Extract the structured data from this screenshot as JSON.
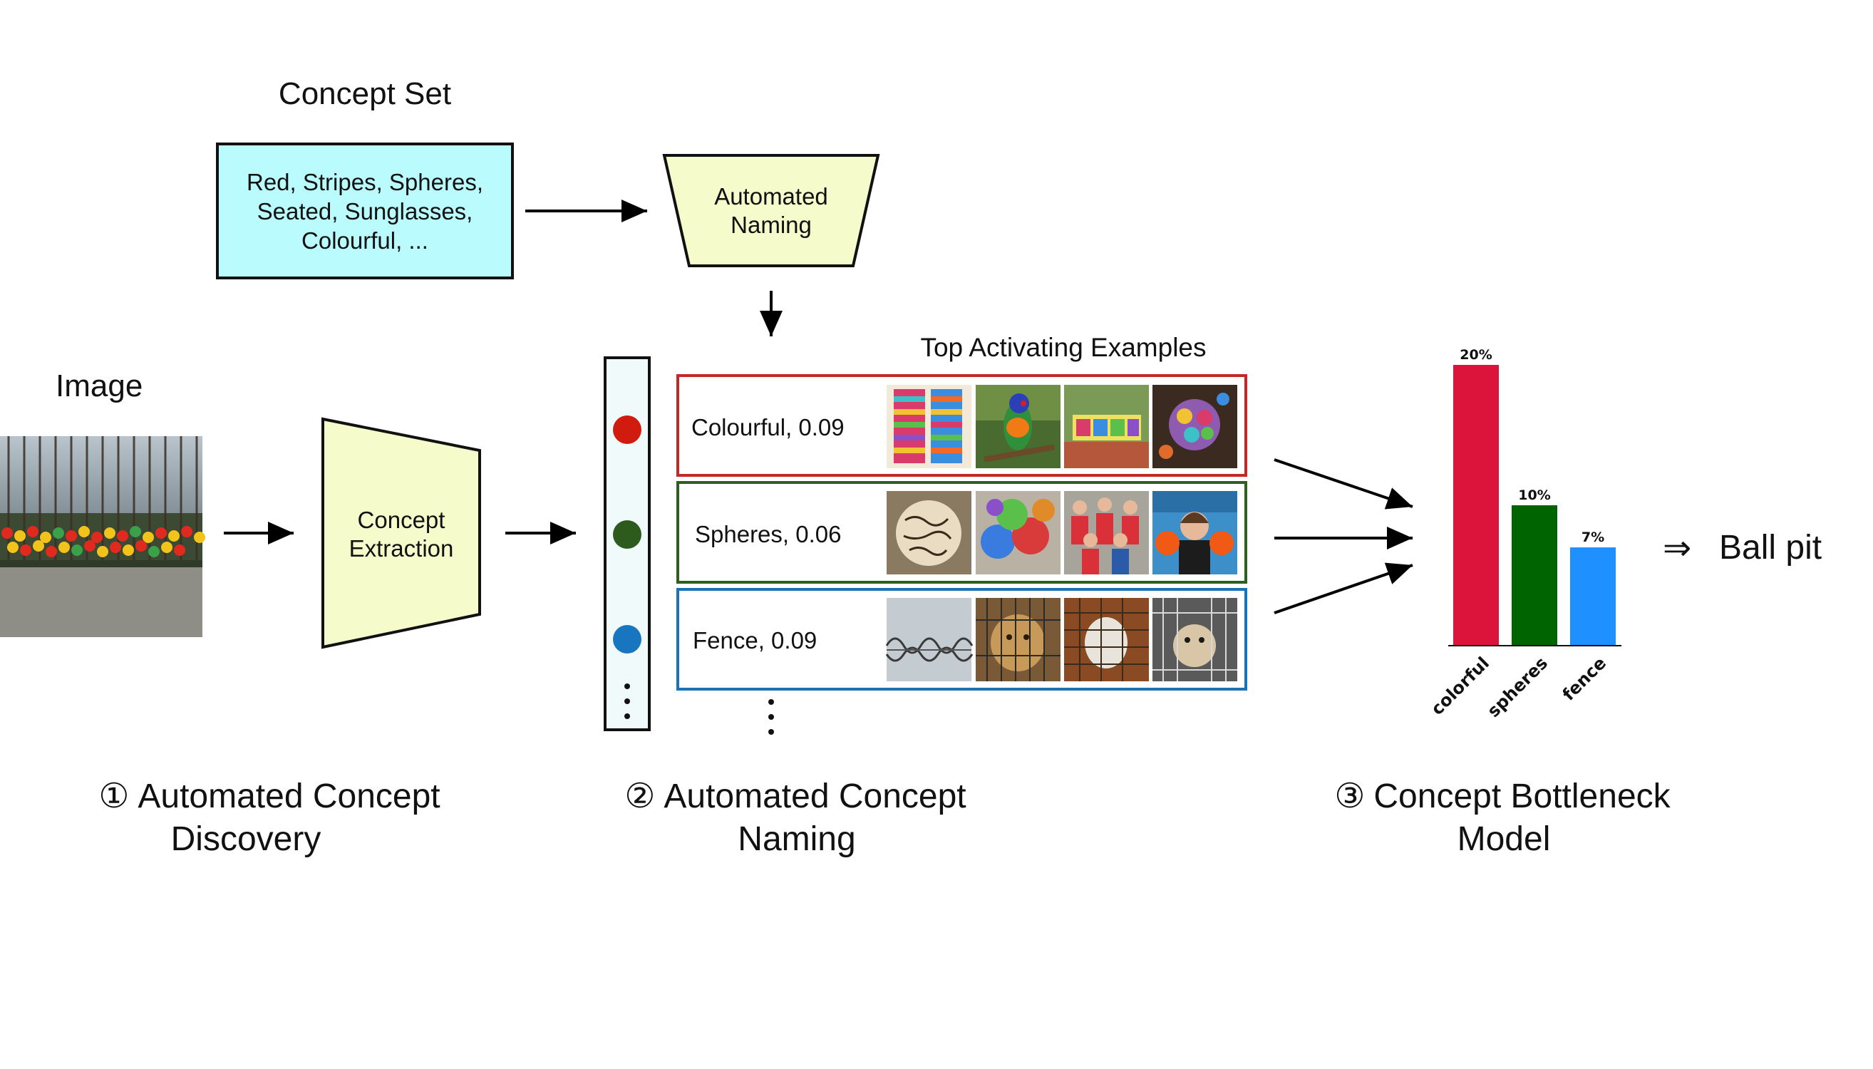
{
  "concept_set": {
    "title": "Concept Set",
    "lines": [
      "Red, Stripes, Spheres,",
      "Seated, Sunglasses,",
      "Colourful, ..."
    ],
    "fill": "#bafbfd"
  },
  "automated_naming": {
    "lines": [
      "Automated",
      "Naming"
    ],
    "fill": "#f5fbcb"
  },
  "image_label": "Image",
  "concept_extraction": {
    "lines": [
      "Concept",
      "Extraction"
    ],
    "fill": "#f5fbcb"
  },
  "top_activating_title": "Top Activating Examples",
  "concepts": [
    {
      "label": "Colourful, 0.09",
      "color": "#c62828",
      "dot": "#d11b0f"
    },
    {
      "label": "Spheres, 0.06",
      "color": "#2e5e20",
      "dot": "#2d5a1d"
    },
    {
      "label": "Fence, 0.09",
      "color": "#1a73b8",
      "dot": "#1875c0"
    }
  ],
  "steps": [
    {
      "num": "①",
      "line1": "Automated Concept",
      "line2": "Discovery"
    },
    {
      "num": "②",
      "line1": "Automated Concept",
      "line2": "Naming"
    },
    {
      "num": "③",
      "line1": "Concept Bottleneck",
      "line2": "Model"
    }
  ],
  "prediction": {
    "arrow": "⇒",
    "label": "Ball pit"
  },
  "chart_data": {
    "type": "bar",
    "categories": [
      "colorful",
      "spheres",
      "fence"
    ],
    "values": [
      20,
      10,
      7
    ],
    "value_labels": [
      "20%",
      "10%",
      "7%"
    ],
    "colors": [
      "#dc143c",
      "#006400",
      "#1e90ff"
    ],
    "ylim": [
      0,
      20
    ],
    "title": "",
    "xlabel": "",
    "ylabel": ""
  }
}
